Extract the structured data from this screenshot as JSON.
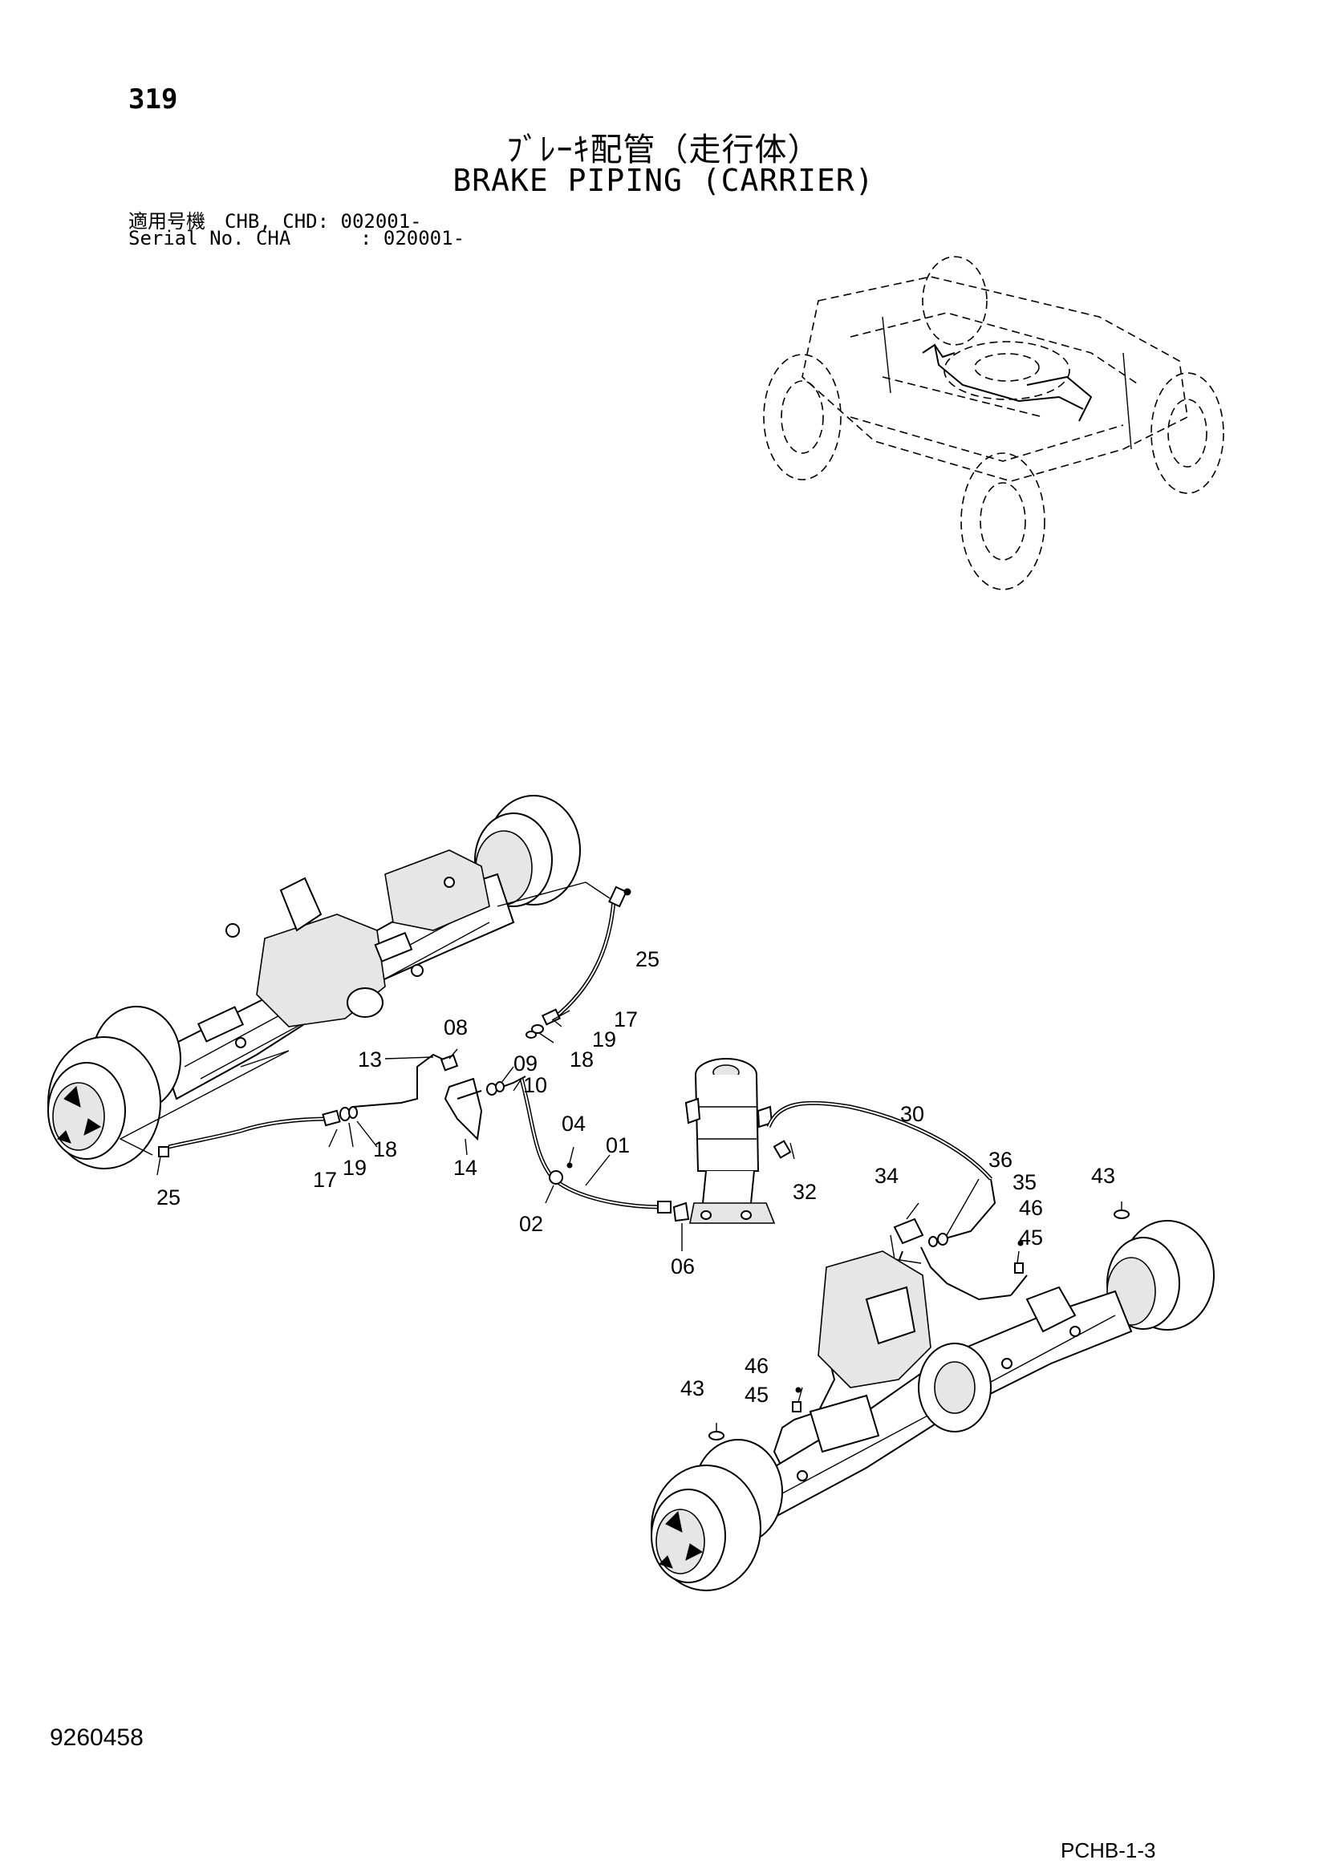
{
  "header": {
    "page_number": "319",
    "title_jp": "ﾌﾞﾚｰｷ配管（走行体）",
    "title_en": "BRAKE PIPING (CARRIER)",
    "serial_line_1": "適用号機　CHB, CHD: 002001-",
    "serial_line_2": "Serial No. CHA      : 020001-"
  },
  "footer": {
    "doc_number": "9260458",
    "sheet_ref": "PCHB-1-3"
  },
  "callouts": {
    "c25_top": "25",
    "c17_top": "17",
    "c19_top": "19",
    "c18_top": "18",
    "c08": "08",
    "c13": "13",
    "c09": "09",
    "c10": "10",
    "c17_low": "17",
    "c19_low": "19",
    "c18_low": "18",
    "c25_low": "25",
    "c14": "14",
    "c04": "04",
    "c01": "01",
    "c02": "02",
    "c06": "06",
    "c30": "30",
    "c32": "32",
    "c34": "34",
    "c36": "36",
    "c35": "35",
    "c43_right": "43",
    "c46_right": "46",
    "c45_right": "45",
    "c46_low": "46",
    "c45_low": "45",
    "c43_left": "43"
  }
}
